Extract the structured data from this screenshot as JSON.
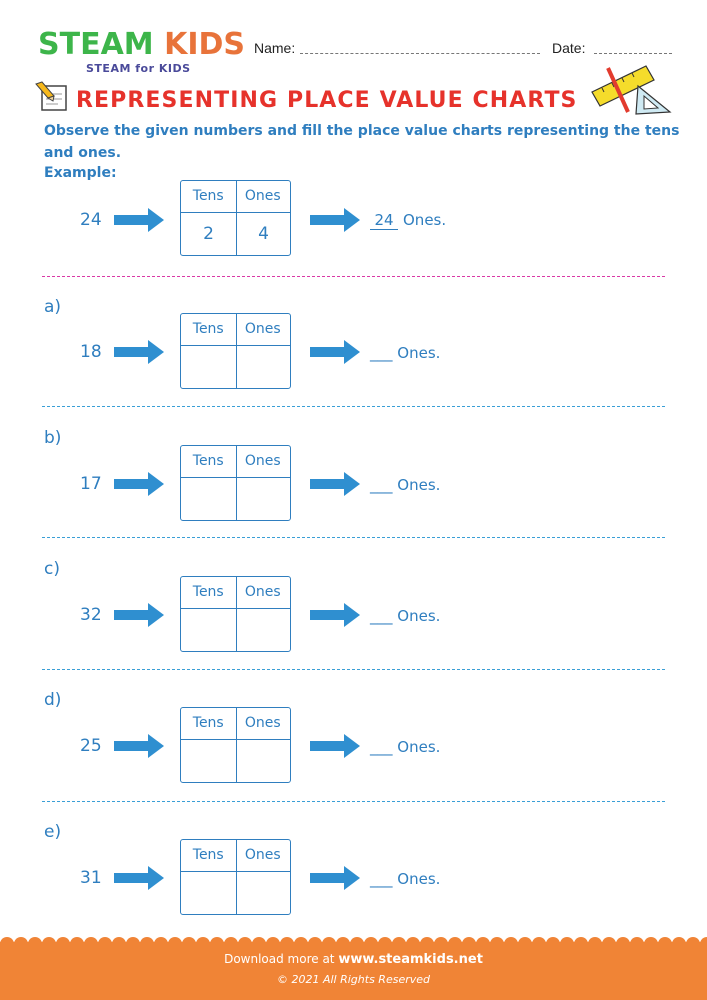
{
  "logo": {
    "main_steam": "STEAM",
    "main_kids": "KIDS",
    "sub": "STEAM for KIDS"
  },
  "header": {
    "name_label": "Name:",
    "date_label": "Date:"
  },
  "title": "REPRESENTING PLACE VALUE CHARTS",
  "instruction": "Observe the given numbers and fill the place value charts representing the tens and ones.",
  "example_label": "Example:",
  "chart_headers": {
    "tens": "Tens",
    "ones": "Ones"
  },
  "example": {
    "number": "24",
    "tens": "2",
    "ones": "4",
    "answer": "24",
    "suffix": "Ones."
  },
  "questions": [
    {
      "letter": "a)",
      "number": "18",
      "blank": "___",
      "suffix": "Ones."
    },
    {
      "letter": "b)",
      "number": "17",
      "blank": "___",
      "suffix": "Ones."
    },
    {
      "letter": "c)",
      "number": "32",
      "blank": "___",
      "suffix": "Ones."
    },
    {
      "letter": "d)",
      "number": "25",
      "blank": "___",
      "suffix": "Ones."
    },
    {
      "letter": "e)",
      "number": "31",
      "blank": "___",
      "suffix": "Ones."
    }
  ],
  "footer": {
    "line1_prefix": "Download more at ",
    "line1_site": "www.steamkids.net",
    "line2": "© 2021 All Rights Reserved"
  },
  "colors": {
    "blue": "#2f7ebf",
    "red": "#e6322b",
    "orange": "#f08436",
    "pink_separator": "#d93aa6"
  }
}
